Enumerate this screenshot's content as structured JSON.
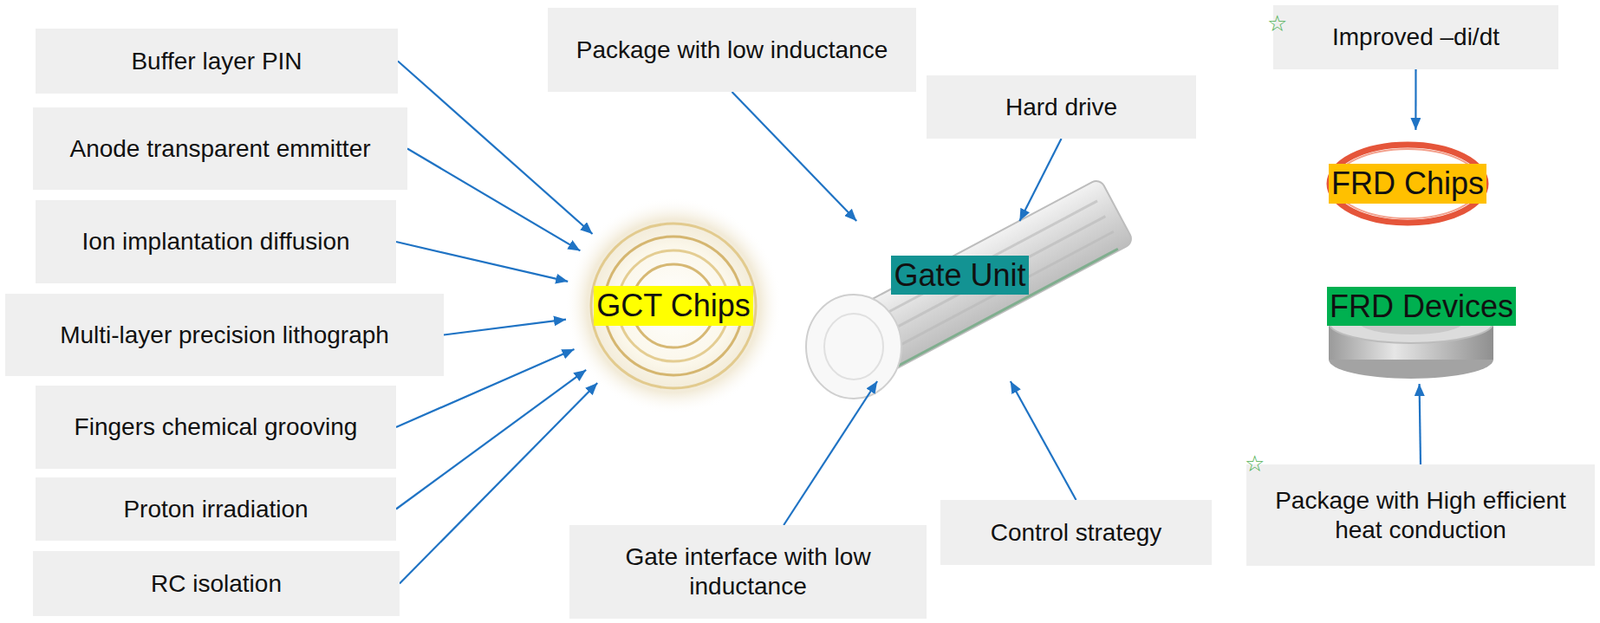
{
  "diagram": {
    "nodes": [
      {
        "text": [
          "Buffer layer PIN"
        ]
      },
      {
        "text": [
          "Anode transparent emmitter"
        ]
      },
      {
        "text": [
          "Ion implantation diffusion"
        ]
      },
      {
        "text": [
          "Multi-layer precision lithograph"
        ]
      },
      {
        "text": [
          "Fingers chemical grooving"
        ]
      },
      {
        "text": [
          "Proton irradiation"
        ]
      },
      {
        "text": [
          "RC isolation"
        ]
      },
      {
        "text": [
          "GCT Chips"
        ]
      },
      {
        "text": [
          "Package with low inductance"
        ]
      },
      {
        "text": [
          "Hard drive"
        ]
      },
      {
        "text": [
          "Gate Unit"
        ]
      },
      {
        "text": [
          "Gate interface with low inductance"
        ]
      },
      {
        "text": [
          "Control strategy"
        ]
      },
      {
        "text": [
          "Improved –di/dt"
        ]
      },
      {
        "text": [
          "FRD Chips"
        ]
      },
      {
        "text": [
          "FRD Devices"
        ]
      },
      {
        "text": [
          "Package with High efficient heat conduction"
        ]
      }
    ],
    "edges": [
      {
        "from": 0,
        "to": 7,
        "arrow": "to"
      },
      {
        "from": 1,
        "to": 7,
        "arrow": "to"
      },
      {
        "from": 2,
        "to": 7,
        "arrow": "to"
      },
      {
        "from": 3,
        "to": 7,
        "arrow": "to"
      },
      {
        "from": 4,
        "to": 7,
        "arrow": "to"
      },
      {
        "from": 5,
        "to": 7,
        "arrow": "to"
      },
      {
        "from": 6,
        "to": 7,
        "arrow": "to"
      },
      {
        "from": 8,
        "to": 10,
        "arrow": "to"
      },
      {
        "from": 9,
        "to": 10,
        "arrow": "to"
      },
      {
        "from": 11,
        "to": 10,
        "arrow": "to"
      },
      {
        "from": 12,
        "to": 10,
        "arrow": "to"
      },
      {
        "from": 13,
        "to": 14,
        "arrow": "to"
      },
      {
        "from": 16,
        "to": 15,
        "arrow": "to"
      }
    ],
    "labels": [
      "☆",
      "☆"
    ]
  }
}
